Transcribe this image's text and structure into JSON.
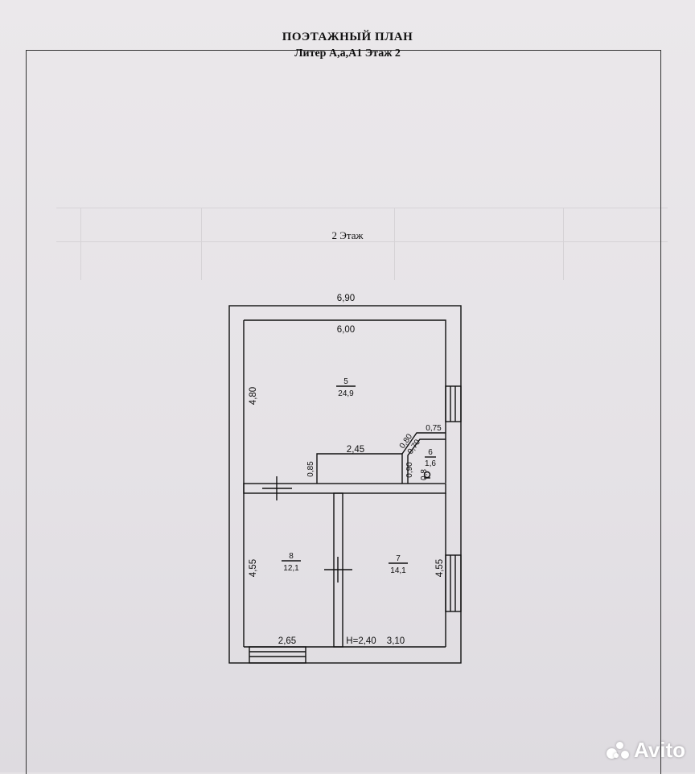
{
  "header": {
    "title": "ПОЭТАЖНЫЙ ПЛАН",
    "subtitle": "Литер А,а,А1 Этаж 2"
  },
  "floor_label": "2 Этаж",
  "dimensions": {
    "outer_width": "6,90",
    "inner_width": "6,00",
    "room5_height": "4,80",
    "partition_width": "2,45",
    "partition_depth": "0,85",
    "diag_a": "0,80",
    "diag_b": "0,70",
    "closet_width": "0,75",
    "closet_depth": "0,90",
    "closet_small": "0,8",
    "room8_height": "4,55",
    "room7_height": "4,55",
    "room8_width": "2,65",
    "ceiling_height": "H=2,40",
    "room7_width": "3,10"
  },
  "rooms": [
    {
      "number": "5",
      "area": "24,9"
    },
    {
      "number": "6",
      "area": "1,6"
    },
    {
      "number": "8",
      "area": "12,1"
    },
    {
      "number": "7",
      "area": "14,1"
    }
  ],
  "watermark": "Avito",
  "colors": {
    "ink": "#111111",
    "paper": "#e8e5e8"
  }
}
